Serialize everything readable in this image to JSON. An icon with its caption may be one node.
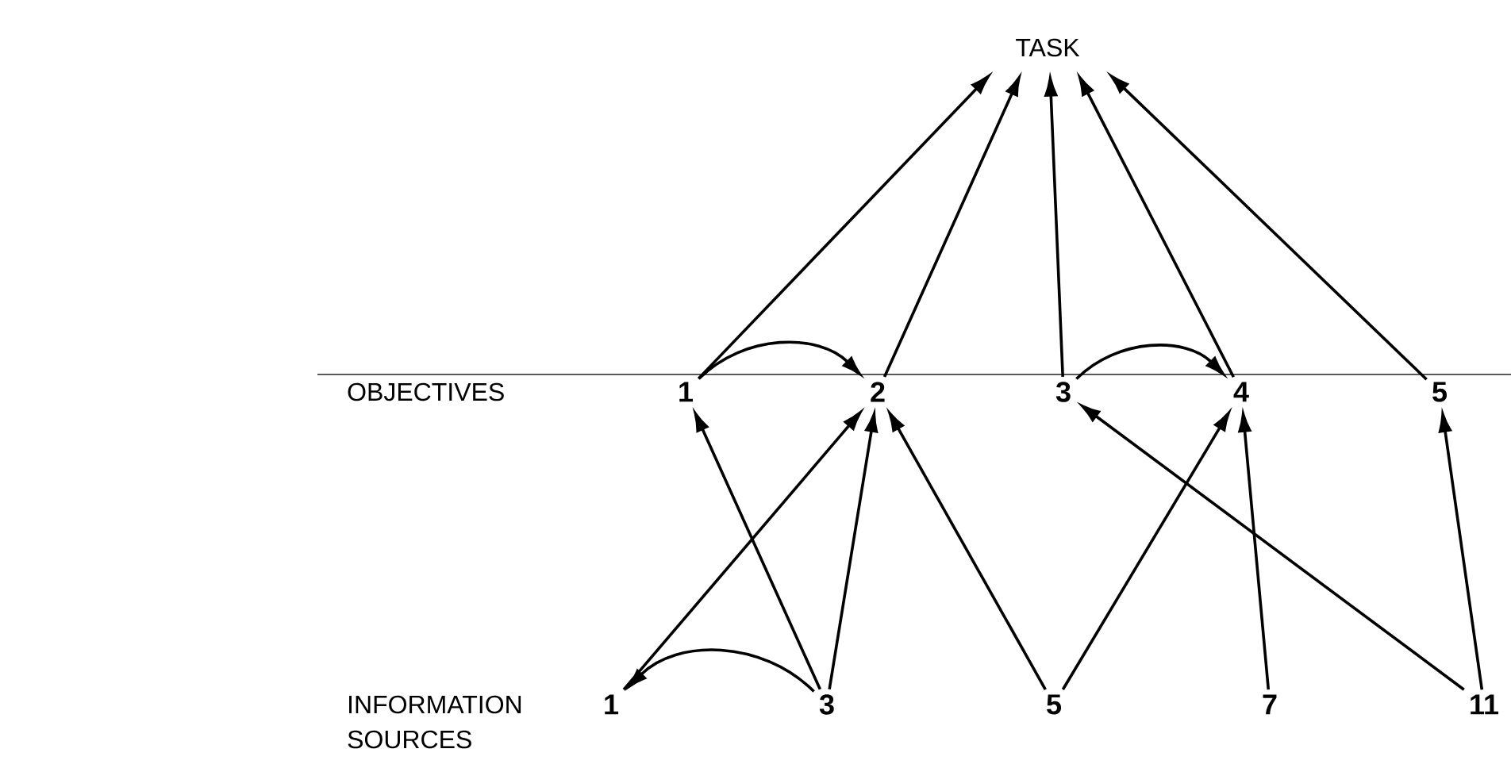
{
  "diagram": {
    "nodes": [
      {
        "text": [
          "TASK"
        ]
      },
      {
        "text": [
          "1"
        ]
      },
      {
        "text": [
          "2"
        ]
      },
      {
        "text": [
          "3"
        ]
      },
      {
        "text": [
          "4"
        ]
      },
      {
        "text": [
          "5"
        ]
      },
      {
        "text": [
          "1"
        ]
      },
      {
        "text": [
          "3"
        ]
      },
      {
        "text": [
          "5"
        ]
      },
      {
        "text": [
          "7"
        ]
      },
      {
        "text": [
          "11"
        ]
      }
    ],
    "edges": [
      {
        "from": 1,
        "to": 0,
        "arrow": "to"
      },
      {
        "from": 2,
        "to": 0,
        "arrow": "to"
      },
      {
        "from": 3,
        "to": 0,
        "arrow": "to"
      },
      {
        "from": 4,
        "to": 0,
        "arrow": "to"
      },
      {
        "from": 5,
        "to": 0,
        "arrow": "to"
      },
      {
        "from": 1,
        "to": 2,
        "arrow": "to"
      },
      {
        "from": 3,
        "to": 4,
        "arrow": "to"
      },
      {
        "from": 7,
        "to": 1,
        "arrow": "to"
      },
      {
        "from": 6,
        "to": 2,
        "arrow": "to"
      },
      {
        "from": 7,
        "to": 2,
        "arrow": "to"
      },
      {
        "from": 8,
        "to": 2,
        "arrow": "to"
      },
      {
        "from": 8,
        "to": 4,
        "arrow": "to"
      },
      {
        "from": 9,
        "to": 4,
        "arrow": "to"
      },
      {
        "from": 10,
        "to": 3,
        "arrow": "to"
      },
      {
        "from": 10,
        "to": 5,
        "arrow": "to"
      },
      {
        "from": 7,
        "to": 6,
        "arrow": "to"
      }
    ],
    "labels": [
      "OBJECTIVES",
      "INFORMATION SOURCES"
    ]
  }
}
